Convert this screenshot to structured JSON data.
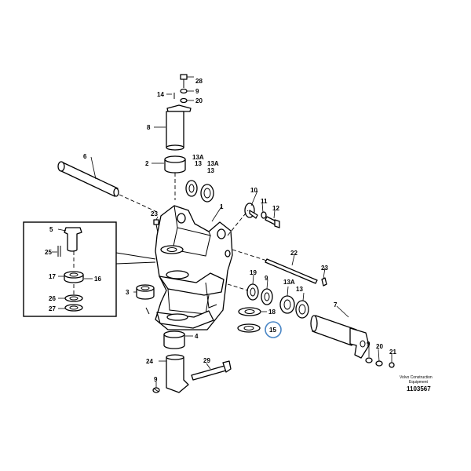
{
  "callouts": {
    "p1": "1",
    "p2": "2",
    "p3": "3",
    "p4": "4",
    "p5": "5",
    "p6": "6",
    "p7": "7",
    "p8": "8",
    "p9a": "9",
    "p9b": "9",
    "p9c": "9",
    "p10": "10",
    "p11": "11",
    "p12": "12",
    "p13a": "13",
    "p13b": "13",
    "p13c": "13",
    "p13Aa": "13A",
    "p13Ab": "13A",
    "p13Ac": "13A",
    "p14": "14",
    "p15": "15",
    "p16": "16",
    "p17": "17",
    "p18": "18",
    "p19": "19",
    "p20a": "20",
    "p20b": "20",
    "p21": "21",
    "p22": "22",
    "p23a": "23",
    "p23b": "23",
    "p24": "24",
    "p25": "25",
    "p26": "26",
    "p27": "27",
    "p28": "28",
    "p29": "29"
  },
  "footer": {
    "brand_line1": "Volvo Construction",
    "brand_line2": "Equipment",
    "drawing_number": "1103567"
  },
  "highlight": {
    "callout": "15",
    "color": "#4a86c5"
  }
}
